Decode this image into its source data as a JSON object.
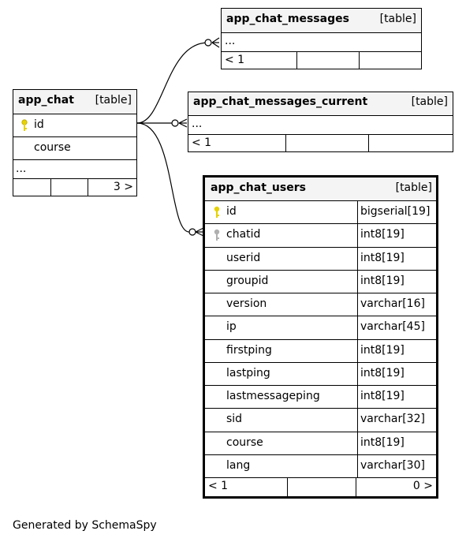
{
  "diagram": {
    "tables": {
      "app_chat": {
        "name": "app_chat",
        "kind": "[table]",
        "rows": [
          "id",
          "course",
          "..."
        ],
        "footer": {
          "right": "3 >"
        }
      },
      "app_chat_messages": {
        "name": "app_chat_messages",
        "kind": "[table]",
        "rows": [
          "..."
        ],
        "footer": {
          "left": "< 1"
        }
      },
      "app_chat_messages_current": {
        "name": "app_chat_messages_current",
        "kind": "[table]",
        "rows": [
          "..."
        ],
        "footer": {
          "left": "< 1"
        }
      },
      "app_chat_users": {
        "name": "app_chat_users",
        "kind": "[table]",
        "columns": [
          {
            "name": "id",
            "type": "bigserial[19]",
            "key": "primary"
          },
          {
            "name": "chatid",
            "type": "int8[19]",
            "key": "foreign"
          },
          {
            "name": "userid",
            "type": "int8[19]"
          },
          {
            "name": "groupid",
            "type": "int8[19]"
          },
          {
            "name": "version",
            "type": "varchar[16]"
          },
          {
            "name": "ip",
            "type": "varchar[45]"
          },
          {
            "name": "firstping",
            "type": "int8[19]"
          },
          {
            "name": "lastping",
            "type": "int8[19]"
          },
          {
            "name": "lastmessageping",
            "type": "int8[19]"
          },
          {
            "name": "sid",
            "type": "varchar[32]"
          },
          {
            "name": "course",
            "type": "int8[19]"
          },
          {
            "name": "lang",
            "type": "varchar[30]"
          }
        ],
        "footer": {
          "left": "< 1",
          "right": "0 >"
        }
      }
    },
    "relationships": [
      {
        "from": "app_chat.id",
        "to": "app_chat_messages"
      },
      {
        "from": "app_chat.id",
        "to": "app_chat_messages_current"
      },
      {
        "from": "app_chat.id",
        "to": "app_chat_users.chatid"
      }
    ]
  },
  "footer_text": "Generated by SchemaSpy",
  "colors": {
    "header_bg": "#f4f4f4",
    "primary_key": "#e6d200",
    "foreign_key": "#b0b0b0"
  }
}
